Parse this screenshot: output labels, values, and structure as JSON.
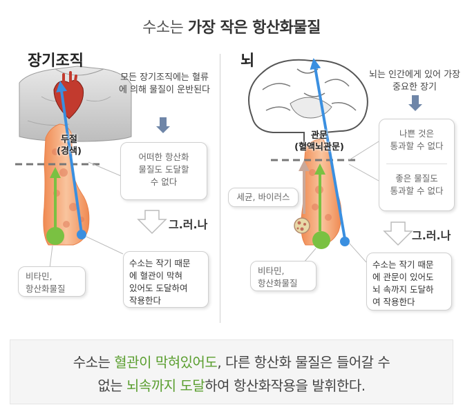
{
  "title": {
    "prefix": "수소는",
    "highlight": "가장 작은 항산화물질"
  },
  "left": {
    "heading": "장기조직",
    "note_lines": [
      "모든 장기조직에는",
      "혈류에 의해",
      "물질이 운반된다"
    ],
    "blockage_label_lines": [
      "두절",
      "(경색)"
    ],
    "bubble_other": [
      "어떠한 항산화",
      "물질도 도달할",
      "수 없다"
    ],
    "but_label": "그.러.나",
    "bubble_h2": [
      "수소는 작기 때문",
      "에 혈관이 막혀",
      "있어도 도달하여",
      "작용한다"
    ],
    "bubble_vitamin": [
      "비타민,",
      "항산화물질"
    ]
  },
  "right": {
    "heading": "뇌",
    "note_lines": [
      "뇌는 인간에게 있어",
      "가장 중요한 장기"
    ],
    "barrier_label_lines": [
      "관문",
      "(혈액뇌관문)"
    ],
    "bubble_bad": [
      "나쁜 것은",
      "통과할 수 없다"
    ],
    "bubble_good": [
      "좋은 물질도",
      "통과할 수 없다"
    ],
    "bubble_germ": "세균, 바이러스",
    "but_label": "그.러.나",
    "bubble_h2": [
      "수소는 작기 때문",
      "에 관문이 있어도",
      "뇌 속까지 도달하",
      "여 작용한다"
    ],
    "bubble_vitamin": [
      "비타민,",
      "항산화물질"
    ]
  },
  "bottom": {
    "line1": {
      "a": "수소는 ",
      "hl": "혈관이 막혀있어도",
      "b": ", 다른 항산화 물질은 들어갈 수"
    },
    "line2": {
      "a": "없는 ",
      "hl": "뇌속까지 도달",
      "b": "하여 항산화작용을 발휘한다."
    }
  },
  "colors": {
    "green": "#7ac142",
    "blue": "#3a8fe0",
    "vessel": "#f5a877",
    "highlight_text": "#5a9e2f",
    "germ_arrow": "#c9a89a"
  },
  "icons": [
    "torso-heart-illustration",
    "brain-illustration",
    "germ-icon",
    "down-arrow-icon",
    "outline-down-arrow-icon"
  ]
}
